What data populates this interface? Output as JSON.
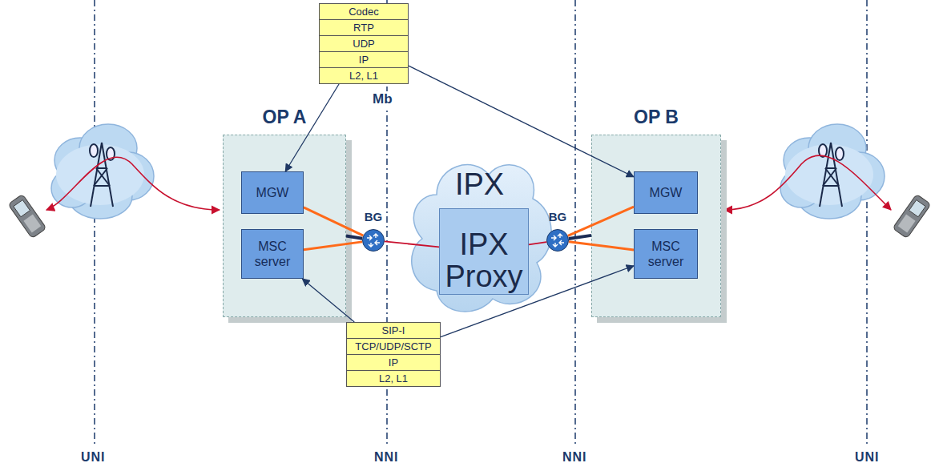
{
  "diagram": {
    "nodes": [
      {
        "text": [
          "Codec",
          "RTP",
          "UDP",
          "IP",
          "L2, L1"
        ]
      },
      {
        "text": [
          "OP A"
        ]
      },
      {
        "text": [
          "MGW"
        ],
        "in": 1
      },
      {
        "text": [
          "MSC server"
        ],
        "in": 1
      },
      {
        "text": [
          "BG"
        ]
      },
      {
        "text": [
          "IPX"
        ]
      },
      {
        "text": [
          "IPX Proxy"
        ],
        "in": 5
      },
      {
        "text": [
          "BG"
        ]
      },
      {
        "text": [
          "OP B"
        ]
      },
      {
        "text": [
          "MGW"
        ],
        "in": 8
      },
      {
        "text": [
          "MSC server"
        ],
        "in": 8
      },
      {
        "text": [
          "SIP-I",
          "TCP/UDP/SCTP",
          "IP",
          "L2, L1"
        ]
      }
    ],
    "edges": [
      {
        "from": 0,
        "to": 2,
        "arrow": "to"
      },
      {
        "from": 0,
        "to": 9,
        "arrow": "to"
      },
      {
        "from": 11,
        "to": 3,
        "arrow": "to"
      },
      {
        "from": 11,
        "to": 10,
        "arrow": "to"
      },
      {
        "from": 2,
        "to": 4,
        "arrow": "none"
      },
      {
        "from": 3,
        "to": 4,
        "arrow": "none"
      },
      {
        "from": 1,
        "to": 4,
        "arrow": "none"
      },
      {
        "from": 4,
        "to": 6,
        "arrow": "none"
      },
      {
        "from": 6,
        "to": 7,
        "arrow": "none"
      },
      {
        "from": 7,
        "to": 9,
        "arrow": "none"
      },
      {
        "from": 7,
        "to": 10,
        "arrow": "none"
      },
      {
        "from": 7,
        "to": 8,
        "arrow": "none"
      }
    ],
    "labels": [
      "Mb",
      "UNI",
      "NNI",
      "NNI",
      "UNI"
    ]
  }
}
